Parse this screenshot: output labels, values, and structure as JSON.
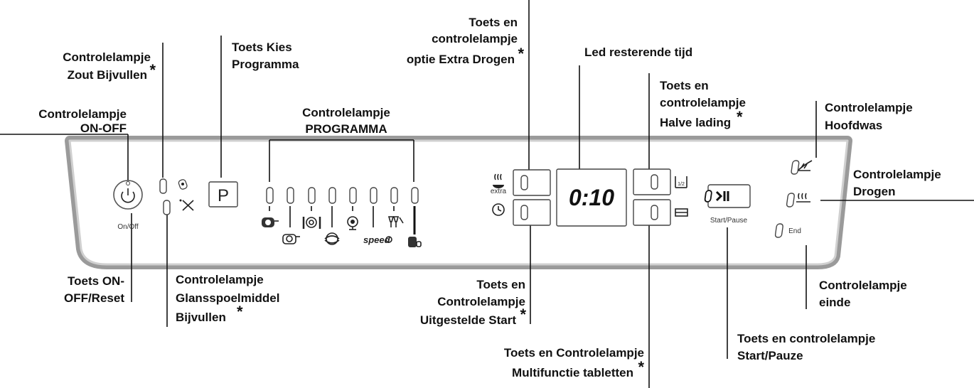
{
  "panel": {
    "p_key": "P",
    "display": "0:10",
    "on_off_label": "On/Off",
    "start_pause_label": "Start/Pause",
    "end_label": "End",
    "extra_label": "extra",
    "half_label": "1/2",
    "speed_label": "speed"
  },
  "callouts": {
    "zout": {
      "line1": "Controlelampje",
      "line2": "Zout Bijvullen",
      "star": "*"
    },
    "kies": {
      "line1": "Toets Kies",
      "line2": "Programma"
    },
    "onoff": {
      "line1": "Controlelampje",
      "line2": "ON-OFF"
    },
    "programma": {
      "line1": "Controlelampje",
      "line2": "PROGRAMMA"
    },
    "extra_drogen": {
      "line1": "Toets en",
      "line2": "controlelampje",
      "line3": "optie Extra Drogen",
      "star": "*"
    },
    "led_tijd": {
      "line1": "Led resterende tijd"
    },
    "halve_lading": {
      "line1": "Toets en",
      "line2": "controlelampje",
      "line3": "Halve lading",
      "star": "*"
    },
    "hoofdwas": {
      "line1": "Controlelampje",
      "line2": "Hoofdwas"
    },
    "drogen": {
      "line1": "Controlelampje",
      "line2": "Drogen"
    },
    "reset": {
      "line1": "Toets ON-",
      "line2": "OFF/Reset"
    },
    "glans": {
      "line1": "Controlelampje",
      "line2": "Glansspoelmiddel",
      "line3": "Bijvullen",
      "star": "*"
    },
    "uitgestelde": {
      "line1": "Toets en",
      "line2": "Controlelampje",
      "line3": "Uitgestelde Start",
      "star": "*"
    },
    "multifunctie": {
      "line1": "Toets en Controlelampje",
      "line2": "Multifunctie tabletten",
      "star": "*"
    },
    "einde": {
      "line1": "Controlelampje",
      "line2": "einde"
    },
    "start_pauze": {
      "line1": "Toets en controlelampje",
      "line2": "Start/Pauze"
    }
  },
  "icons": {
    "power": "power-icon",
    "salt": "salt-icon",
    "rinse": "rinse-aid-icon",
    "programs": [
      "prewash-icon",
      "pots-icon",
      "plates-icon",
      "eco-icon",
      "quick-icon",
      "speed-icon",
      "glasses-icon",
      "self-clean-icon"
    ],
    "extra_dry": "extra-dry-icon",
    "delay": "delay-timer-icon",
    "half_load": "half-load-icon",
    "tablet": "tablet-icon",
    "start_pause": "play-pause-icon",
    "main_wash": "main-wash-icon",
    "drying": "drying-icon"
  }
}
